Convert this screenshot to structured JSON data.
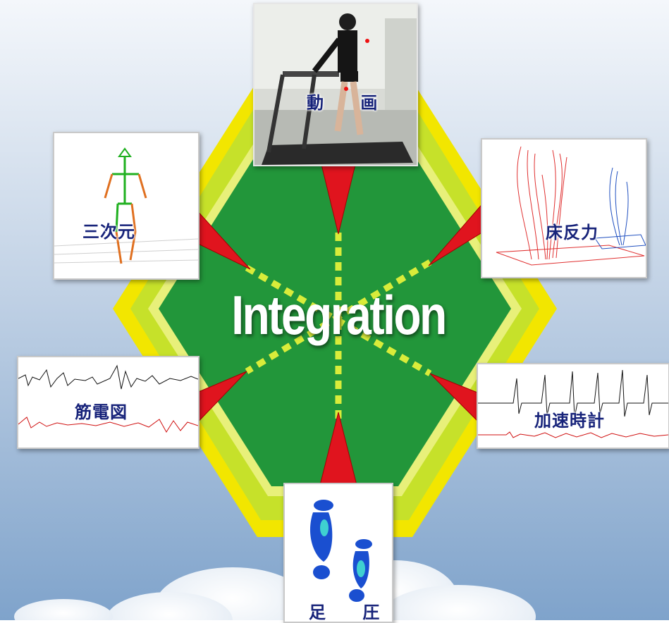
{
  "center": {
    "title": "Integration"
  },
  "nodes": {
    "video": {
      "label": "動 画"
    },
    "three_d": {
      "label": "三次元"
    },
    "floor_force": {
      "label": "床反力"
    },
    "emg": {
      "label": "筋電図"
    },
    "accelerometer": {
      "label": "加速時計"
    },
    "foot_pressure": {
      "label": "足 圧"
    }
  },
  "colors": {
    "sky_top": "#f4f7fb",
    "sky_bottom": "#7fa3cb",
    "hex_outer": "#f2e600",
    "hex_mid": "#c6e12a",
    "hex_inner": "#22963a",
    "arrow": "#e0141e",
    "dash": "#d9ec3a",
    "label": "#17237a"
  },
  "icons": [
    "arrow-icon",
    "stick-figure-icon",
    "footprint-icon"
  ]
}
